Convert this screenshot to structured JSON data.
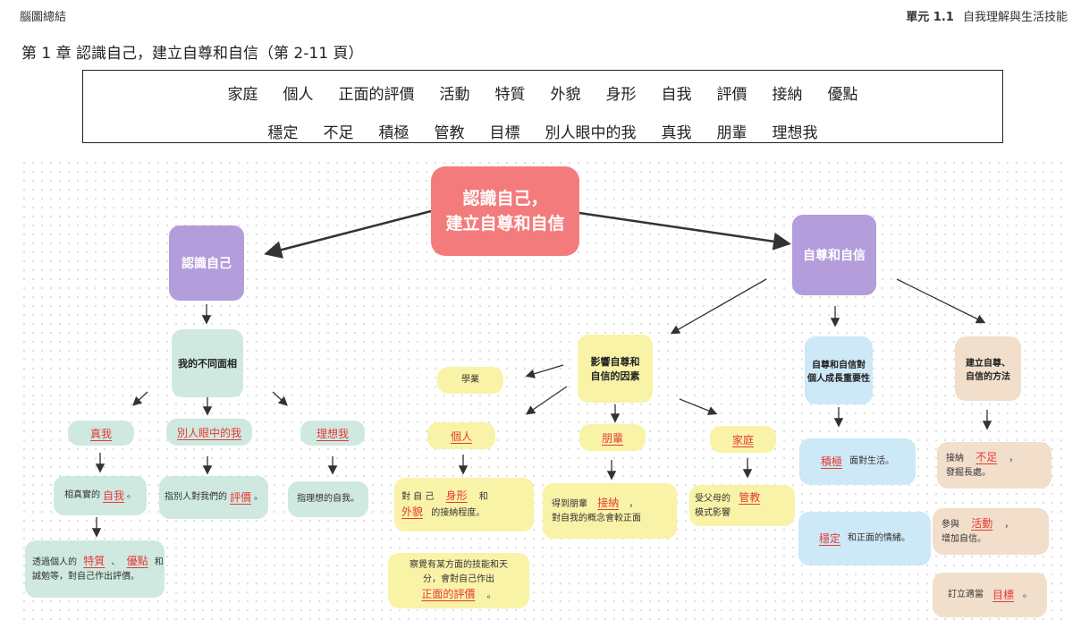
{
  "header": {
    "left": "腦圖總結",
    "right_unit": "單元 1.1",
    "right_title": "自我理解與生活技能"
  },
  "chapter_title": "第 1 章 認識自己，建立自尊和自信（第 2-11 頁）",
  "word_bank": {
    "row1": [
      "家庭",
      "個人",
      "正面的評價",
      "活動",
      "特質",
      "外貌",
      "身形",
      "自我",
      "評價",
      "接納",
      "優點"
    ],
    "row2": [
      "穩定",
      "不足",
      "積極",
      "管教",
      "目標",
      "別人眼中的我",
      "真我",
      "朋輩",
      "理想我"
    ]
  },
  "mindmap": {
    "center": {
      "line1": "認識自己，",
      "line2": "建立自尊和自信"
    },
    "left_branch": {
      "title": "認識自己",
      "sub": "我的不同面相",
      "aspects": [
        {
          "label": "真我",
          "desc_pre": "相真實的",
          "answer": "自我",
          "desc_post": "。"
        },
        {
          "label": "別人眼中的我",
          "desc_pre": "指別人對我們的",
          "answer": "評價",
          "desc_post": "。"
        },
        {
          "label": "理想我",
          "desc_pre": "指理想的自我。",
          "answer": "",
          "desc_post": ""
        }
      ],
      "extra": {
        "pre": "透過個人的",
        "a1": "特質",
        "sep": "、",
        "a2": "優點",
        "post1": "和",
        "post2": "誠勉等，對自己作出評價。"
      }
    },
    "middle_branch": {
      "title_line1": "影響自尊和",
      "title_line2": "自信的因素",
      "factor_label": "學業",
      "factors": [
        {
          "label": "個人",
          "line1_pre": "對 自 己",
          "a1": "身形",
          "line1_post": "和",
          "a2": "外貌",
          "line2_post": "的接納程度。"
        },
        {
          "label": "朋輩",
          "line1_pre": "得到朋輩",
          "a1": "接納",
          "line1_post": "，",
          "line2": "對自我的概念會較正面"
        },
        {
          "label": "家庭",
          "line1_pre": "受父母的",
          "a1": "管教",
          "line2": "模式影響"
        }
      ],
      "extra": {
        "line1": "察覺有某方面的技能和天",
        "line2": "分，會對自己作出",
        "answer": "正面的評價",
        "post": "。"
      }
    },
    "right_branch": {
      "title": "自尊和自信",
      "importance": {
        "line1": "自尊和自信對",
        "line2": "個人成長重要性"
      },
      "methods": {
        "line1": "建立自尊、",
        "line2": "自信的方法"
      },
      "importance_items": [
        {
          "answer": "積極",
          "post": "面對生活。"
        },
        {
          "answer": "穩定",
          "post": "和正面的情緒。"
        }
      ],
      "method_items": [
        {
          "pre": "接納",
          "answer": "不足",
          "post": "，",
          "line2": "發掘長處。"
        },
        {
          "pre": "參與",
          "answer": "活動",
          "post": "，",
          "line2": "增加自信。"
        },
        {
          "pre": "訂立適當",
          "answer": "目標",
          "post": "。",
          "line2": ""
        }
      ]
    }
  },
  "colors": {
    "center": "#f47b7b",
    "branch": "#b39ddb",
    "teal": "#cfe9e1",
    "yellow": "#f9f3a8",
    "blue": "#cde8f6",
    "tan": "#f2dfcb",
    "answer": "#e53935"
  }
}
